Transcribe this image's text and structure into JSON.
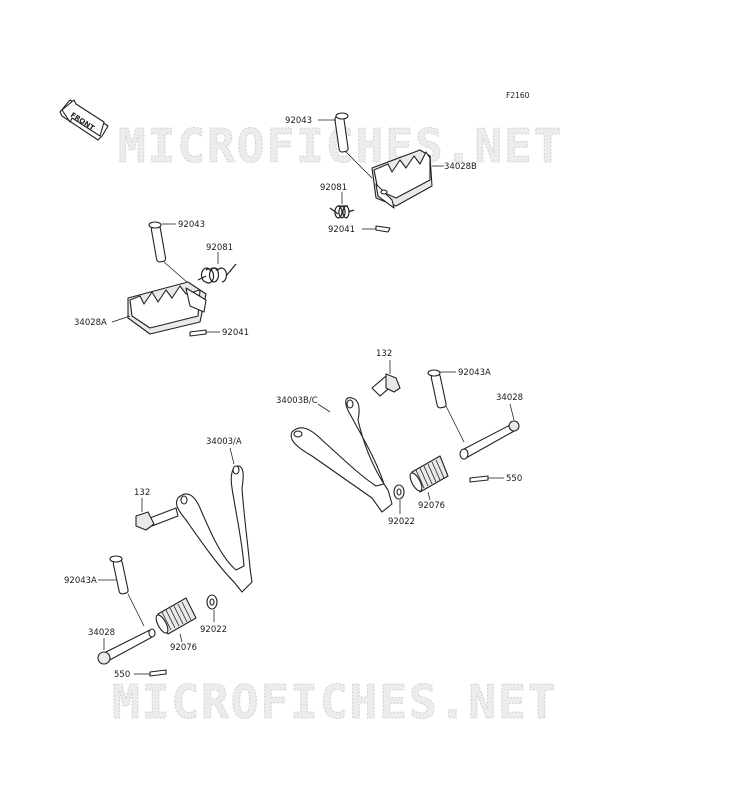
{
  "figure_code": "F2160",
  "front_label": "FRONT",
  "watermark_text": "MICROFICHES.NET",
  "labels": {
    "pin_92043_top": "92043",
    "pin_92043_left": "92043",
    "pin_92043a_right": "92043A",
    "pin_92043a_left": "92043A",
    "spring_92081_top": "92081",
    "spring_92081_left": "92081",
    "cotter_92041_top": "92041",
    "cotter_92041_left": "92041",
    "step_34028b": "34028B",
    "step_34028a": "34028A",
    "bolt_132_right": "132",
    "bolt_132_left": "132",
    "bracket_34003bc": "34003B/C",
    "bracket_34003a": "34003/A",
    "shaft_34028_right": "34028",
    "shaft_34028_left": "34028",
    "pin_550_right": "550",
    "pin_550_left": "550",
    "washer_92022_right": "92022",
    "washer_92022_left": "92022",
    "rubber_92076_right": "92076",
    "rubber_92076_left": "92076"
  }
}
